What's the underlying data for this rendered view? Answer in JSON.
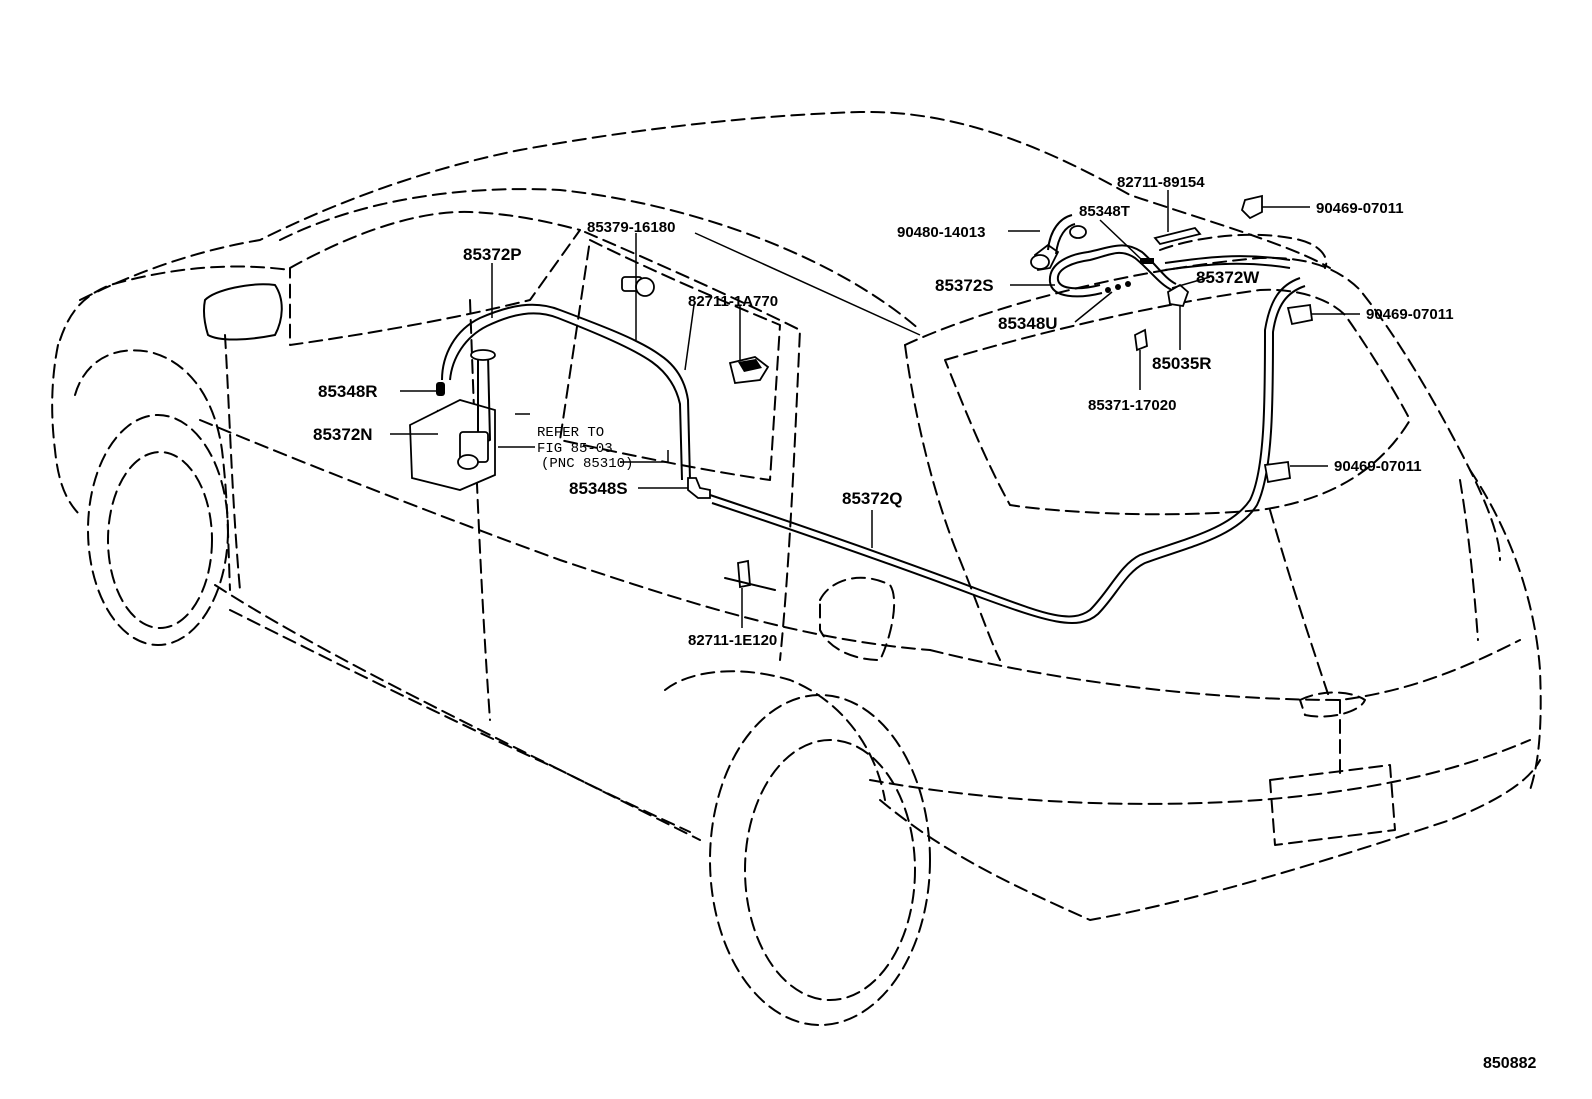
{
  "diagram_id": "850882",
  "labels": {
    "p_82711_89154": "82711-89154",
    "p_90469_07011_a": "90469-07011",
    "p_90480_14013": "90480-14013",
    "p_85348T": "85348T",
    "p_85379_16180": "85379-16180",
    "p_85372P": "85372P",
    "p_85372S": "85372S",
    "p_85372W": "85372W",
    "p_90469_07011_b": "90469-07011",
    "p_82711_1A770": "82711-1A770",
    "p_85348U": "85348U",
    "p_85035R": "85035R",
    "p_85348R": "85348R",
    "p_85371_17020": "85371-17020",
    "p_85372N": "85372N",
    "p_90469_07011_c": "90469-07011",
    "p_85348S": "85348S",
    "p_85372Q": "85372Q",
    "p_82711_1E120": "82711-1E120"
  },
  "refer": {
    "line1": "REFER TO",
    "line2": "FIG 85-03",
    "line3": "(PNC 85310)"
  }
}
